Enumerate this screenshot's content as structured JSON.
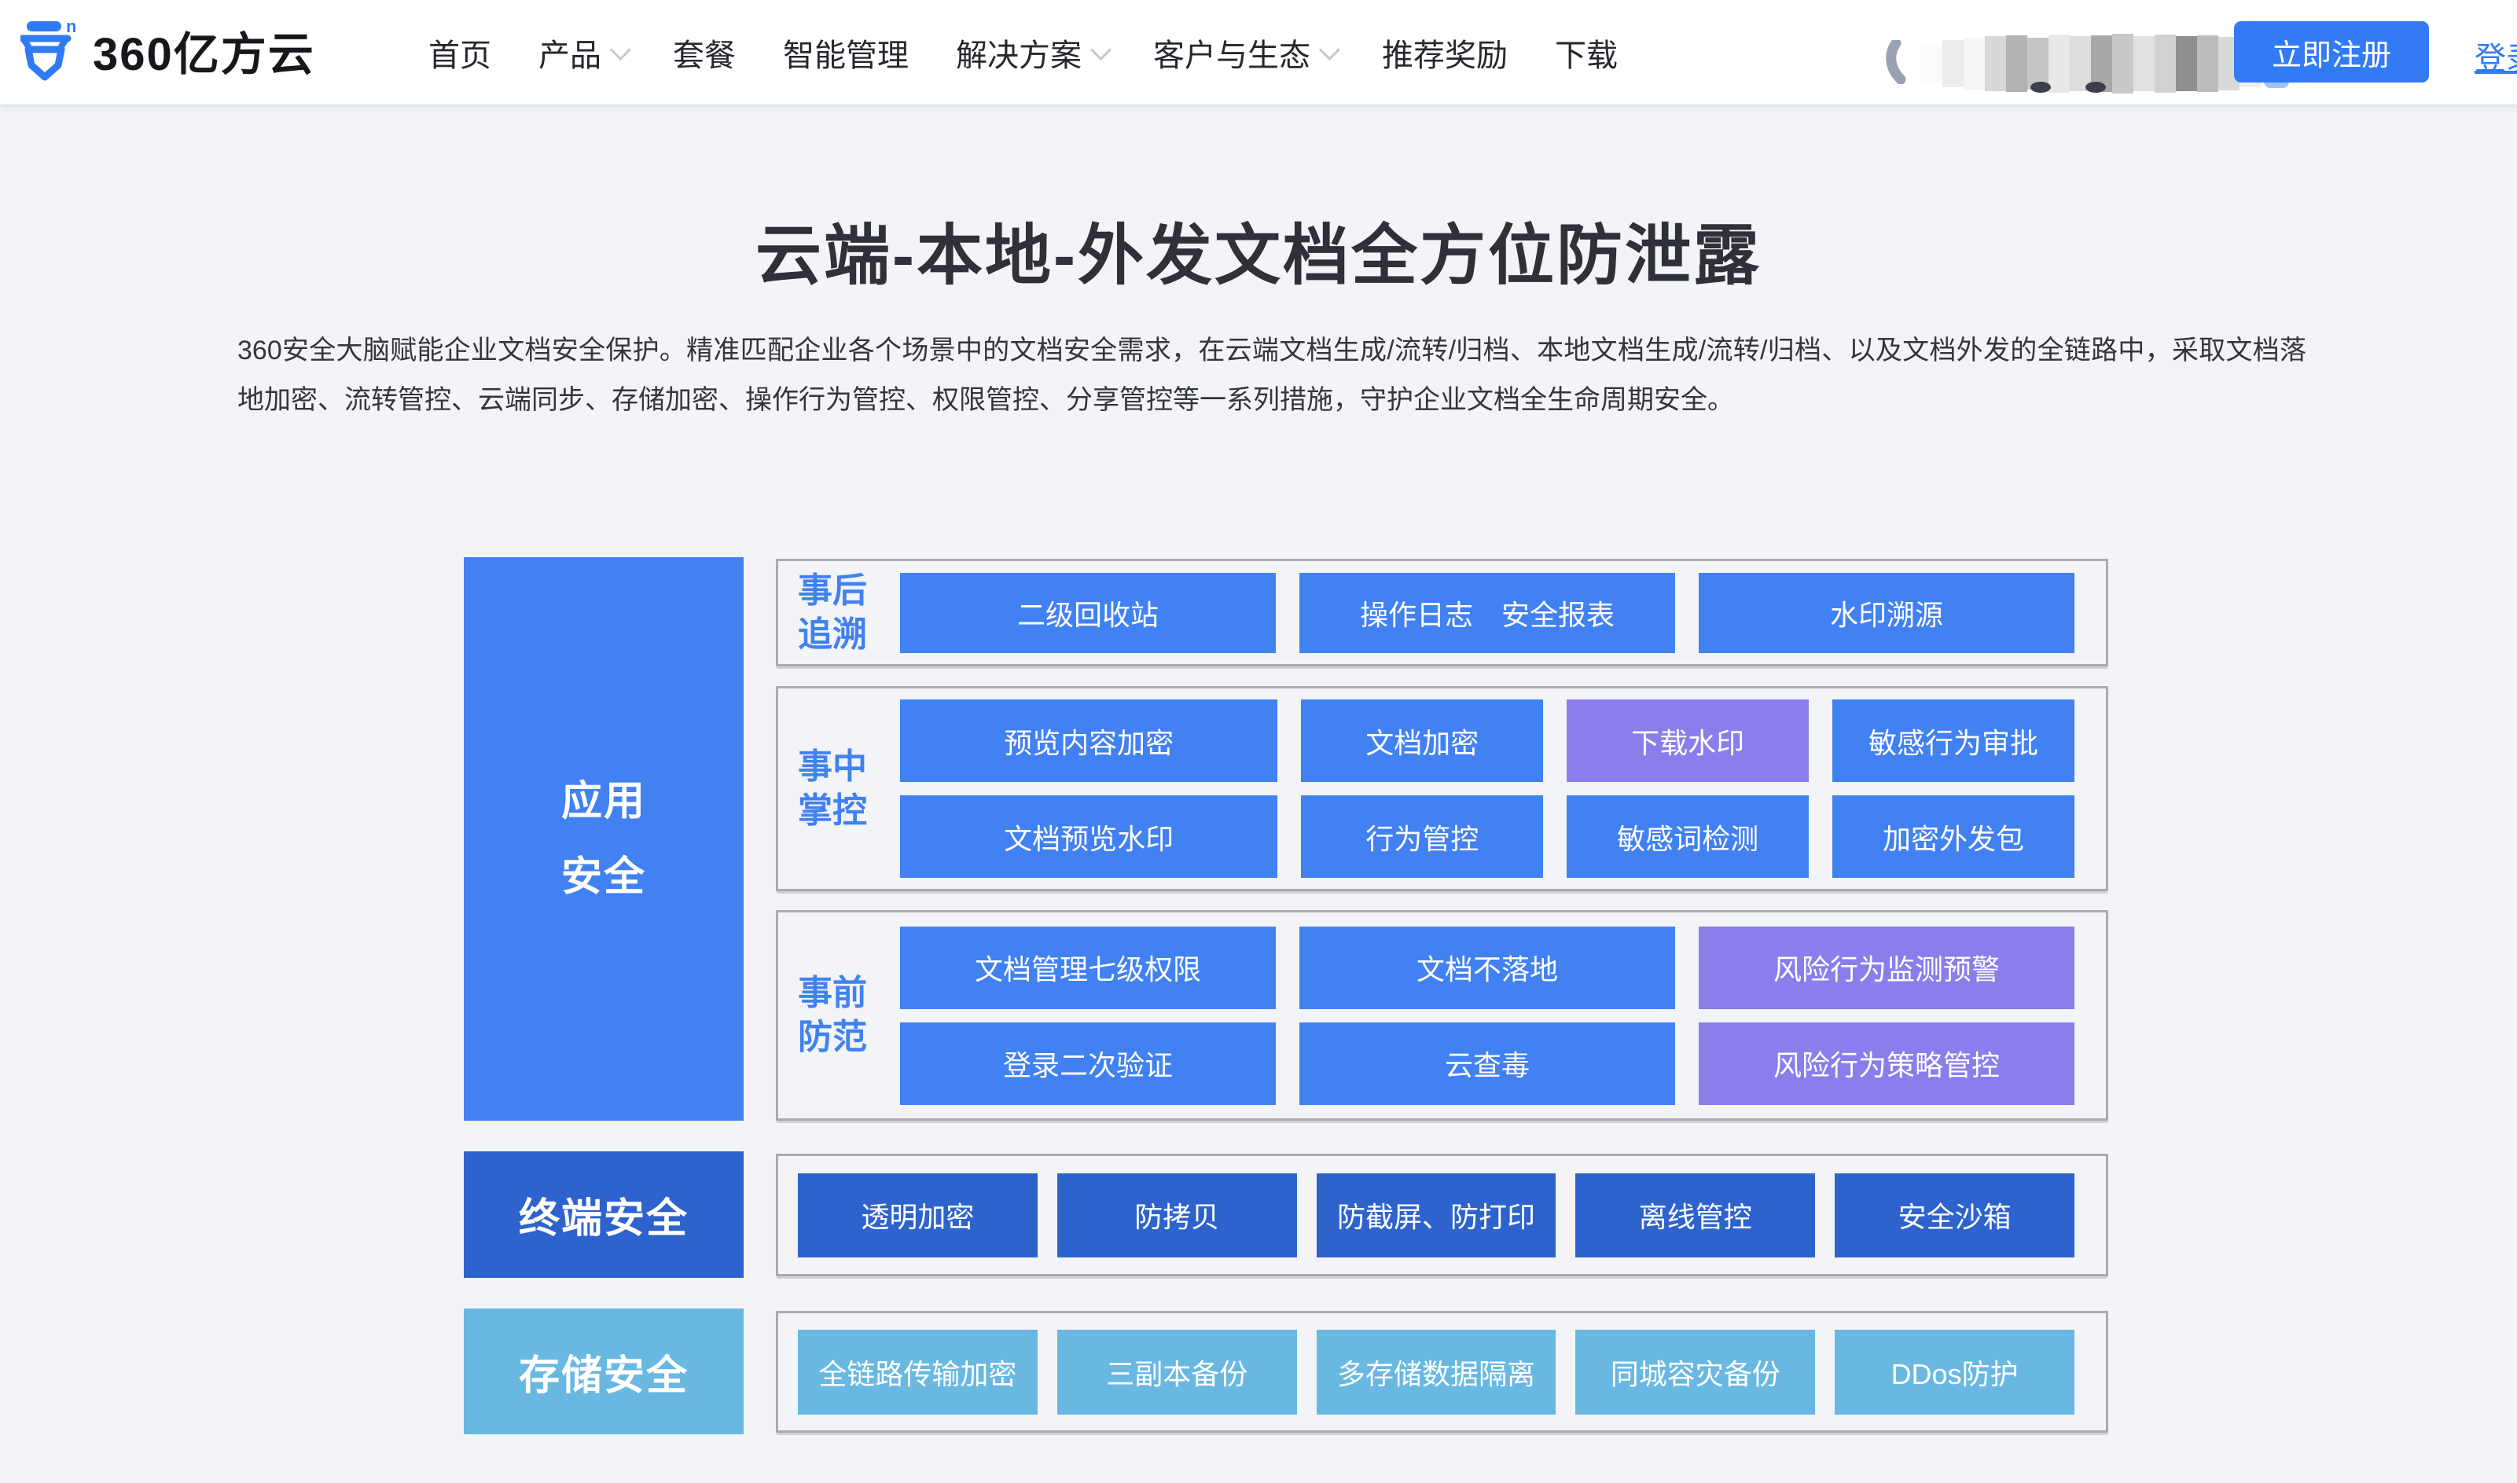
{
  "header": {
    "brand": "360亿方云",
    "nav": [
      {
        "label": "首页",
        "dropdown": false
      },
      {
        "label": "产品",
        "dropdown": true
      },
      {
        "label": "套餐",
        "dropdown": false
      },
      {
        "label": "智能管理",
        "dropdown": false
      },
      {
        "label": "解决方案",
        "dropdown": true
      },
      {
        "label": "客户与生态",
        "dropdown": true
      },
      {
        "label": "推荐奖励",
        "dropdown": false
      },
      {
        "label": "下载",
        "dropdown": false
      }
    ],
    "register_label": "立即注册",
    "login_label": "登录"
  },
  "hero": {
    "title": "云端-本地-外发文档全方位防泄露",
    "description": "360安全大脑赋能企业文档安全保护。精准匹配企业各个场景中的文档安全需求，在云端文档生成/流转/归档、本地文档生成/流转/归档、以及文档外发的全链路中，采取文档落地加密、流转管控、云端同步、存储加密、操作行为管控、权限管控、分享管控等一系列措施，守护企业文档全生命周期安全。"
  },
  "matrix": {
    "app_header": "应用\n安全",
    "terminal_header": "终端安全",
    "storage_header": "存储安全",
    "post_label": "事后\n追溯",
    "post_cells": [
      "二级回收站",
      "操作日志　安全报表",
      "水印溯源"
    ],
    "during_label": "事中\n掌控",
    "during_cells_row1": [
      "预览内容加密",
      "文档加密",
      "下载水印",
      "敏感行为审批"
    ],
    "during_cells_row2": [
      "文档预览水印",
      "行为管控",
      "敏感词检测",
      "加密外发包"
    ],
    "pre_label": "事前\n防范",
    "pre_cells_row1": [
      "文档管理七级权限",
      "文档不落地",
      "风险行为监测预警"
    ],
    "pre_cells_row2": [
      "登录二次验证",
      "云查毒",
      "风险行为策略管控"
    ],
    "terminal_cells": [
      "透明加密",
      "防拷贝",
      "防截屏、防打印",
      "离线管控",
      "安全沙箱"
    ],
    "storage_cells": [
      "全链路传输加密",
      "三副本备份",
      "多存储数据隔离",
      "同城容灾备份",
      "DDos防护"
    ]
  },
  "colors": {
    "primary_blue": "#4181f1",
    "purple": "#8b7deb",
    "dark_blue": "#2e63cd",
    "light_blue": "#69b8e1",
    "accent": "#337af5"
  }
}
